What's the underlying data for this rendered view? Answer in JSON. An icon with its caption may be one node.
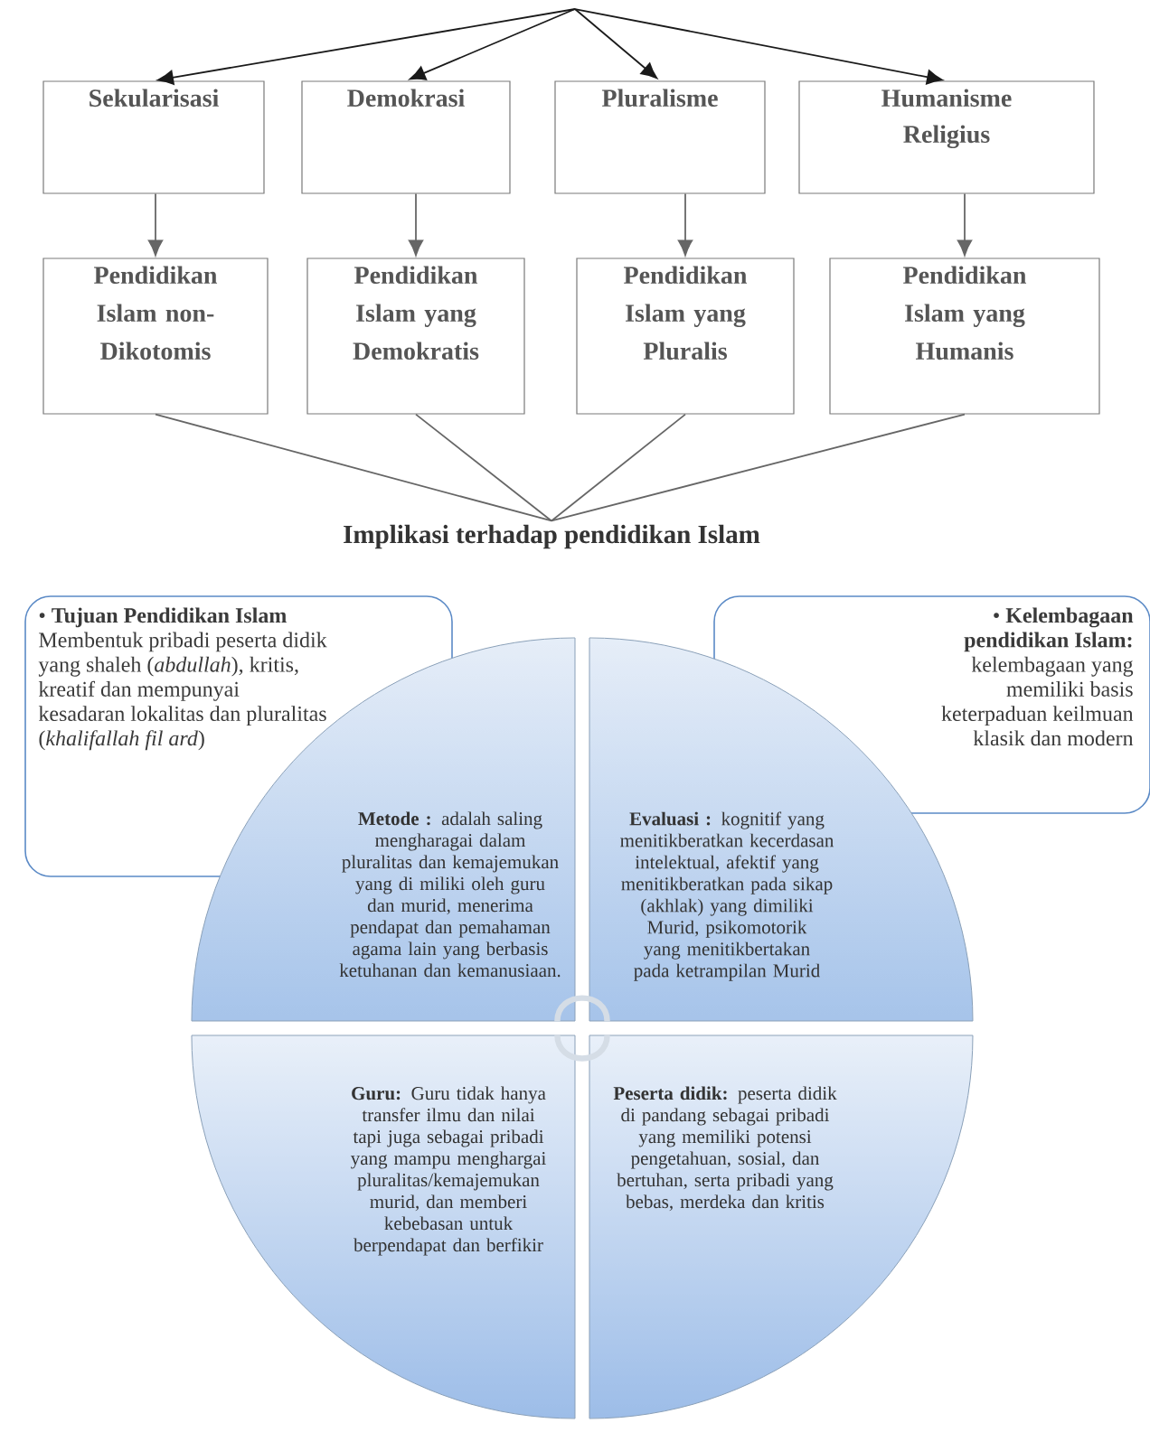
{
  "diagram": {
    "nodes": [
      {
        "text": [
          "Sekularisasi"
        ]
      },
      {
        "text": [
          "Demokrasi"
        ]
      },
      {
        "text": [
          "Pluralisme"
        ]
      },
      {
        "text": [
          "Humanisme Religius"
        ]
      },
      {
        "text": [
          "Pendidikan Islam non-Dikotomis"
        ]
      },
      {
        "text": [
          "Pendidikan Islam yang Demokratis"
        ]
      },
      {
        "text": [
          "Pendidikan Islam yang Pluralis"
        ]
      },
      {
        "text": [
          "Pendidikan Islam yang Humanis"
        ]
      },
      {
        "text": [
          "Implikasi terhadap pendidikan Islam"
        ]
      },
      {
        "text": [
          "• **Tujuan Pendidikan Islam** Membentuk pribadi peserta didik yang shaleh (*abdullah*), kritis, kreatif dan mempunyai kesadaran lokalitas dan pluralitas (*khalifallah fil ard*)"
        ]
      },
      {
        "text": [
          "• **Kelembagaan pendidikan Islam:** kelembagaan yang memiliki basis keterpaduan keilmuan klasik dan modern"
        ]
      },
      {
        "text": [
          "**Metode :** adalah saling mengharagai dalam pluralitas dan kemajemukan yang di miliki oleh guru dan murid, menerima pendapat dan pemahaman agama lain yang berbasis ketuhanan dan kemanusiaan."
        ]
      },
      {
        "text": [
          "**Evaluasi :** kognitif yang menitikberatkan kecerdasan intelektual, afektif yang menitikberatkan pada sikap (akhlak) yang dimiliki Murid, psikomotorik yang menitikbertakan pada ketrampilan Murid"
        ]
      },
      {
        "text": [
          "**Guru:** Guru tidak hanya transfer ilmu dan nilai tapi juga sebagai pribadi yang mampu menghargai pluralitas/kemajemukan murid, dan memberi kebebasan untuk berpendapat dan berfikir"
        ]
      },
      {
        "text": [
          "**Peserta didik:** peserta didik di pandang sebagai pribadi yang memiliki potensi pengetahuan, sosial, dan bertuhan, serta pribadi yang bebas, merdeka dan kritis"
        ]
      }
    ],
    "edges": [
      {
        "from": null,
        "to": 0,
        "arrow": "to",
        "color": "#1a1a1a"
      },
      {
        "from": null,
        "to": 1,
        "arrow": "to",
        "color": "#1a1a1a"
      },
      {
        "from": null,
        "to": 2,
        "arrow": "to",
        "color": "#1a1a1a"
      },
      {
        "from": null,
        "to": 3,
        "arrow": "to",
        "color": "#1a1a1a"
      },
      {
        "from": 0,
        "to": 4,
        "arrow": "to"
      },
      {
        "from": 1,
        "to": 5,
        "arrow": "to"
      },
      {
        "from": 2,
        "to": 6,
        "arrow": "to"
      },
      {
        "from": 3,
        "to": 7,
        "arrow": "to"
      },
      {
        "from": 4,
        "to": 8,
        "arrow": "none"
      },
      {
        "from": 5,
        "to": 8,
        "arrow": "none"
      },
      {
        "from": 6,
        "to": 8,
        "arrow": "none"
      },
      {
        "from": 7,
        "to": 8,
        "arrow": "none"
      },
      {
        "from": 11,
        "to": 12,
        "arrow": "none",
        "style": "thick",
        "color": "#d5dde6"
      },
      {
        "from": 13,
        "to": 14,
        "arrow": "none",
        "style": "thick",
        "color": "#d5dde6"
      }
    ]
  }
}
